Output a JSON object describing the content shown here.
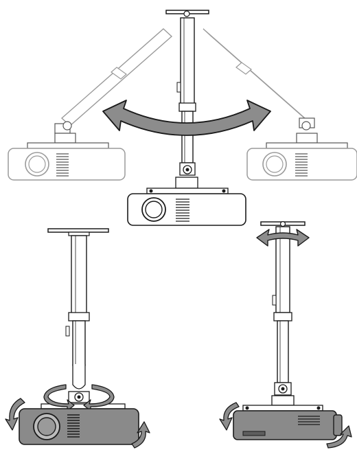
{
  "diagram": {
    "subject": "ceiling-mount-projector-bracket-adjustments",
    "views": [
      {
        "id": "tilt-view",
        "motion": "tilt"
      },
      {
        "id": "rotate-view",
        "motion": "rotate"
      },
      {
        "id": "swivel-view",
        "motion": "swivel"
      }
    ],
    "icons": [
      "curved-double-arrow-icon",
      "rotation-arrow-icon",
      "projector-icon",
      "ceiling-plate-icon"
    ]
  },
  "colors": {
    "stroke": "#1a1a1a",
    "faded_stroke": "#9a9a9a",
    "arrow_fill": "#8c8c8c",
    "projector_dark": "#8a8a8a",
    "background": "#ffffff"
  }
}
